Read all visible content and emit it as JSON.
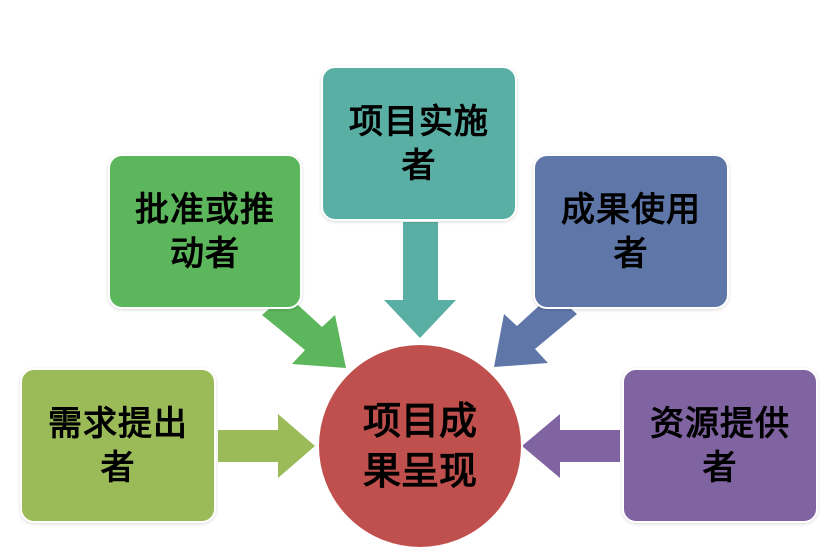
{
  "diagram": {
    "center": {
      "label": "项目成果呈现",
      "color": "#c0504d",
      "text_color": "#000000"
    },
    "nodes": [
      {
        "id": "approver",
        "label": "批准或推动者",
        "color": "#5cb65c",
        "arrow_color": "#5cb65c"
      },
      {
        "id": "implementer",
        "label": "项目实施者",
        "color": "#5aafa5",
        "arrow_color": "#5aafa5"
      },
      {
        "id": "user",
        "label": "成果使用者",
        "color": "#5f77a8",
        "arrow_color": "#5f77a8"
      },
      {
        "id": "requester",
        "label": "需求提出者",
        "color": "#9bbb59",
        "arrow_color": "#9bbb59"
      },
      {
        "id": "provider",
        "label": "资源提供者",
        "color": "#8064a2",
        "arrow_color": "#8064a2"
      }
    ],
    "text_color": "#000000"
  }
}
